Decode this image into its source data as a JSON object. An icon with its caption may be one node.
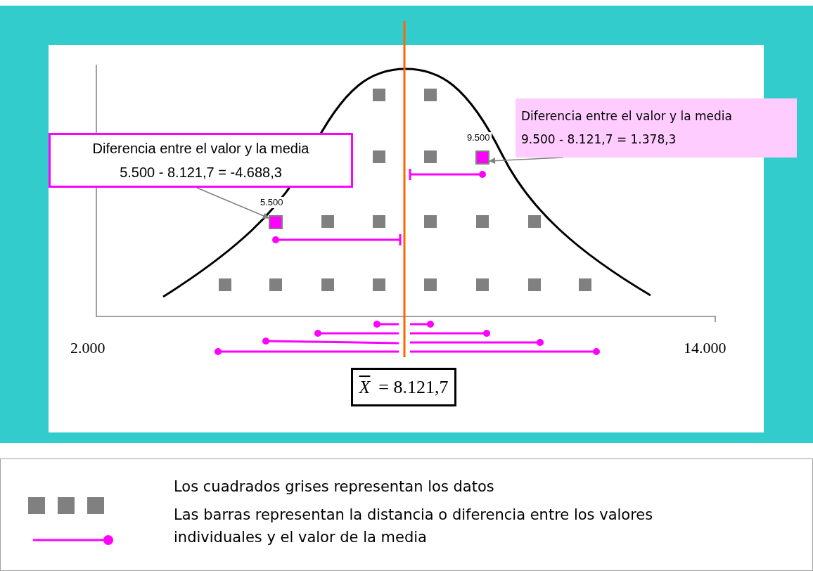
{
  "diagram": {
    "nodes": [
      {
        "text": [
          "Diferencia entre el valor y la media",
          "5.500 - 8.121,7 = -4.688,3"
        ]
      },
      {
        "text": [
          "Diferencia entre el valor y la media",
          "9.500 - 8.121,7 = 1.378,3"
        ]
      },
      {
        "text": [
          "X",
          "= 8.121,7"
        ]
      },
      {
        "text": [],
        "shape": "box",
        "beside": [
          "5.500"
        ]
      },
      {
        "text": [],
        "shape": "box",
        "beside": [
          "9.500"
        ]
      }
    ],
    "edges": [
      {
        "from": 0,
        "to": 3,
        "arrow": "to"
      },
      {
        "from": 1,
        "to": 4,
        "arrow": "to"
      }
    ],
    "labels": [
      "2.000",
      "14.000"
    ],
    "legend": [
      {
        "text": "Los cuadrados grises representan los datos",
        "color": "#808080"
      },
      {
        "text": "Las barras representan la distancia o diferencia entre los valores individuales y el valor de la media"
      }
    ]
  }
}
